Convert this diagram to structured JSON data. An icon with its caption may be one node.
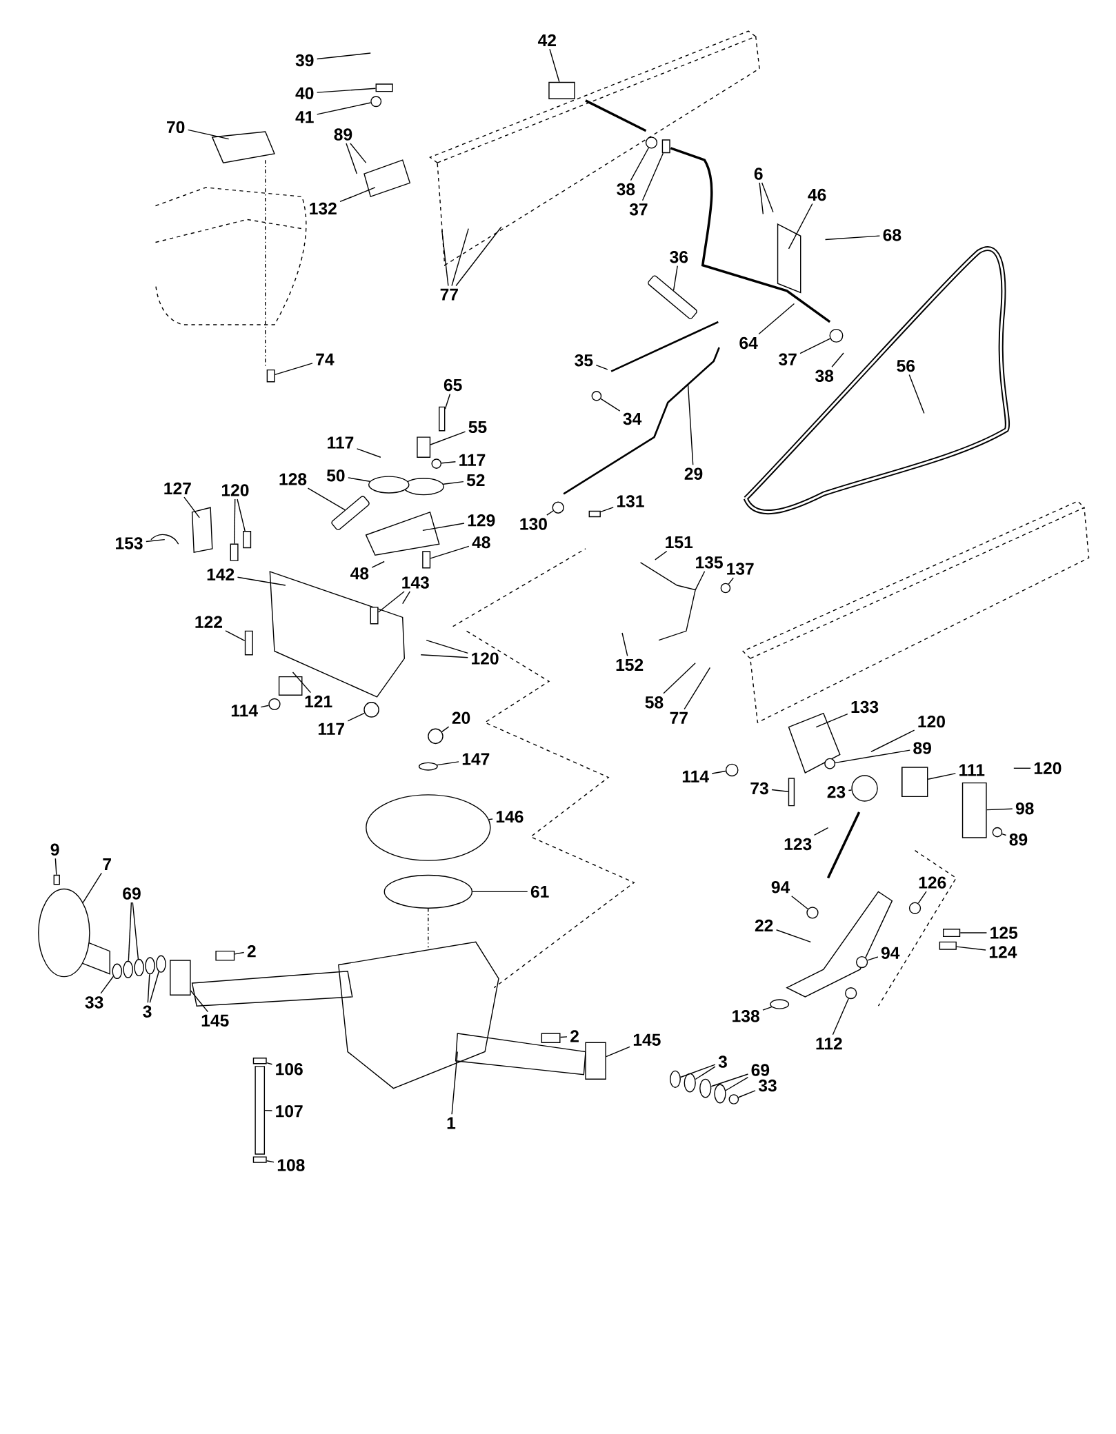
{
  "diagram": {
    "nodes": [
      {
        "text": [
          "39"
        ]
      },
      {
        "text": [
          "40"
        ]
      },
      {
        "text": [
          "41"
        ]
      },
      {
        "text": [
          "42"
        ]
      },
      {
        "text": [
          "70"
        ]
      },
      {
        "text": [
          "89"
        ]
      },
      {
        "text": [
          "132"
        ]
      },
      {
        "text": [
          "77"
        ]
      },
      {
        "text": [
          "38"
        ]
      },
      {
        "text": [
          "37"
        ]
      },
      {
        "text": [
          "6"
        ]
      },
      {
        "text": [
          "46"
        ]
      },
      {
        "text": [
          "68"
        ]
      },
      {
        "text": [
          "36"
        ]
      },
      {
        "text": [
          "64"
        ]
      },
      {
        "text": [
          "37"
        ]
      },
      {
        "text": [
          "38"
        ]
      },
      {
        "text": [
          "56"
        ]
      },
      {
        "text": [
          "74"
        ]
      },
      {
        "text": [
          "35"
        ]
      },
      {
        "text": [
          "34"
        ]
      },
      {
        "text": [
          "65"
        ]
      },
      {
        "text": [
          "55"
        ]
      },
      {
        "text": [
          "117"
        ]
      },
      {
        "text": [
          "117"
        ]
      },
      {
        "text": [
          "50"
        ]
      },
      {
        "text": [
          "52"
        ]
      },
      {
        "text": [
          "29"
        ]
      },
      {
        "text": [
          "127"
        ]
      },
      {
        "text": [
          "120"
        ]
      },
      {
        "text": [
          "128"
        ]
      },
      {
        "text": [
          "129"
        ]
      },
      {
        "text": [
          "130"
        ]
      },
      {
        "text": [
          "131"
        ]
      },
      {
        "text": [
          "153"
        ]
      },
      {
        "text": [
          "48"
        ]
      },
      {
        "text": [
          "48"
        ]
      },
      {
        "text": [
          "142"
        ]
      },
      {
        "text": [
          "143"
        ]
      },
      {
        "text": [
          "151"
        ]
      },
      {
        "text": [
          "135"
        ]
      },
      {
        "text": [
          "137"
        ]
      },
      {
        "text": [
          "122"
        ]
      },
      {
        "text": [
          "152"
        ]
      },
      {
        "text": [
          "120"
        ]
      },
      {
        "text": [
          "58"
        ]
      },
      {
        "text": [
          "77"
        ]
      },
      {
        "text": [
          "133"
        ]
      },
      {
        "text": [
          "121"
        ]
      },
      {
        "text": [
          "114"
        ]
      },
      {
        "text": [
          "117"
        ]
      },
      {
        "text": [
          "20"
        ]
      },
      {
        "text": [
          "147"
        ]
      },
      {
        "text": [
          "120"
        ]
      },
      {
        "text": [
          "89"
        ]
      },
      {
        "text": [
          "111"
        ]
      },
      {
        "text": [
          "120"
        ]
      },
      {
        "text": [
          "114"
        ]
      },
      {
        "text": [
          "73"
        ]
      },
      {
        "text": [
          "23"
        ]
      },
      {
        "text": [
          "98"
        ]
      },
      {
        "text": [
          "89"
        ]
      },
      {
        "text": [
          "123"
        ]
      },
      {
        "text": [
          "146"
        ]
      },
      {
        "text": [
          "9"
        ]
      },
      {
        "text": [
          "7"
        ]
      },
      {
        "text": [
          "61"
        ]
      },
      {
        "text": [
          "94"
        ]
      },
      {
        "text": [
          "126"
        ]
      },
      {
        "text": [
          "69"
        ]
      },
      {
        "text": [
          "22"
        ]
      },
      {
        "text": [
          "125"
        ]
      },
      {
        "text": [
          "124"
        ]
      },
      {
        "text": [
          "2"
        ]
      },
      {
        "text": [
          "94"
        ]
      },
      {
        "text": [
          "33"
        ]
      },
      {
        "text": [
          "3"
        ]
      },
      {
        "text": [
          "145"
        ]
      },
      {
        "text": [
          "138"
        ]
      },
      {
        "text": [
          "112"
        ]
      },
      {
        "text": [
          "2"
        ]
      },
      {
        "text": [
          "145"
        ]
      },
      {
        "text": [
          "3"
        ]
      },
      {
        "text": [
          "69"
        ]
      },
      {
        "text": [
          "33"
        ]
      },
      {
        "text": [
          "106"
        ]
      },
      {
        "text": [
          "107"
        ]
      },
      {
        "text": [
          "1"
        ]
      },
      {
        "text": [
          "108"
        ]
      },
      {
        "text": [],
        "shape": "circle"
      },
      {
        "text": [],
        "shape": "circle"
      },
      {
        "text": [],
        "shape": "box"
      },
      {
        "text": [],
        "shape": "ellipse"
      },
      {
        "text": [],
        "shape": "box"
      },
      {
        "text": [],
        "shape": "box"
      },
      {
        "text": [],
        "shape": "box"
      },
      {
        "text": [],
        "shape": "circle"
      },
      {
        "text": [],
        "shape": "circle"
      },
      {
        "text": [],
        "shape": "cylinder"
      },
      {
        "text": [],
        "shape": "circle"
      },
      {
        "text": [],
        "shape": "ellipse"
      },
      {
        "text": [],
        "shape": "ellipse"
      },
      {
        "text": [],
        "shape": "box"
      },
      {
        "text": [],
        "shape": "box"
      },
      {
        "text": [],
        "shape": "ellipse"
      },
      {
        "text": [],
        "shape": "ellipse"
      },
      {
        "text": [],
        "shape": "ellipse"
      },
      {
        "text": [],
        "shape": "ellipse"
      },
      {
        "text": [],
        "shape": "circle"
      },
      {
        "text": [],
        "shape": "box"
      },
      {
        "text": [],
        "shape": "box"
      },
      {
        "text": [],
        "shape": "circle"
      },
      {
        "text": [],
        "shape": "box"
      },
      {
        "text": [],
        "shape": "circle"
      },
      {
        "text": [],
        "shape": "box"
      },
      {
        "text": [],
        "shape": "circle"
      },
      {
        "text": [],
        "shape": "box"
      },
      {
        "text": [],
        "shape": "spring"
      },
      {
        "text": [],
        "shape": "circle"
      },
      {
        "text": [],
        "shape": "box"
      },
      {
        "text": [],
        "shape": "box"
      },
      {
        "text": [],
        "shape": "circle"
      },
      {
        "text": [],
        "shape": "circle"
      },
      {
        "text": [],
        "shape": "circle"
      },
      {
        "text": [],
        "shape": "ellipse"
      },
      {
        "text": [],
        "shape": "box"
      },
      {
        "text": [],
        "shape": "circle"
      },
      {
        "text": [],
        "shape": "box"
      },
      {
        "text": [],
        "shape": "circle"
      },
      {
        "text": [],
        "shape": "circle"
      },
      {
        "text": [],
        "shape": "box"
      },
      {
        "text": [],
        "shape": "box"
      },
      {
        "text": [],
        "shape": "circle"
      },
      {
        "text": [],
        "shape": "ellipse"
      },
      {
        "text": [],
        "shape": "ellipse"
      },
      {
        "text": [],
        "shape": "ellipse"
      },
      {
        "text": [],
        "shape": "ellipse"
      },
      {
        "text": [],
        "shape": "circle"
      },
      {
        "text": [],
        "shape": "box"
      },
      {
        "text": [],
        "shape": "spring"
      },
      {
        "text": [],
        "shape": "ellipse"
      },
      {
        "text": [],
        "shape": "ellipse"
      },
      {
        "text": [],
        "shape": "ellipse"
      },
      {
        "text": [],
        "shape": "ellipse"
      },
      {
        "text": [],
        "shape": "box"
      },
      {
        "text": [],
        "shape": "box"
      },
      {
        "text": [],
        "shape": "box"
      },
      {
        "text": [],
        "shape": "box"
      },
      {
        "text": [],
        "shape": "circle"
      },
      {
        "text": [],
        "shape": "box"
      },
      {
        "text": [],
        "shape": "box"
      }
    ],
    "edges": [
      {
        "from": 0,
        "to": null,
        "arrow": "none"
      },
      {
        "from": 1,
        "to": 109,
        "arrow": "none"
      },
      {
        "from": 2,
        "to": 89,
        "arrow": "none"
      },
      {
        "from": 3,
        "to": 110,
        "arrow": "none"
      },
      {
        "from": 4,
        "to": null,
        "arrow": "none"
      },
      {
        "from": 5,
        "to": null,
        "arrow": "none"
      },
      {
        "from": 5,
        "to": null,
        "arrow": "none"
      },
      {
        "from": 6,
        "to": null,
        "arrow": "none"
      },
      {
        "from": 7,
        "to": null,
        "arrow": "none"
      },
      {
        "from": 7,
        "to": null,
        "arrow": "none"
      },
      {
        "from": 7,
        "to": null,
        "arrow": "none"
      },
      {
        "from": 8,
        "to": 111,
        "arrow": "none"
      },
      {
        "from": 9,
        "to": 149,
        "arrow": "none"
      },
      {
        "from": 10,
        "to": null,
        "arrow": "none"
      },
      {
        "from": 10,
        "to": null,
        "arrow": "none"
      },
      {
        "from": 11,
        "to": null,
        "arrow": "none"
      },
      {
        "from": 12,
        "to": null,
        "arrow": "none"
      },
      {
        "from": 13,
        "to": 139,
        "arrow": "none"
      },
      {
        "from": 14,
        "to": null,
        "arrow": "none"
      },
      {
        "from": 15,
        "to": 90,
        "arrow": "none"
      },
      {
        "from": 16,
        "to": null,
        "arrow": "none"
      },
      {
        "from": 17,
        "to": null,
        "arrow": "none"
      },
      {
        "from": 18,
        "to": 112,
        "arrow": "none"
      },
      {
        "from": 19,
        "to": null,
        "arrow": "none"
      },
      {
        "from": 20,
        "to": 113,
        "arrow": "none"
      },
      {
        "from": 21,
        "to": 114,
        "arrow": "none"
      },
      {
        "from": 22,
        "to": 91,
        "arrow": "none"
      },
      {
        "from": 23,
        "to": null,
        "arrow": "none"
      },
      {
        "from": 24,
        "to": 115,
        "arrow": "none"
      },
      {
        "from": 25,
        "to": 140,
        "arrow": "none"
      },
      {
        "from": 26,
        "to": 92,
        "arrow": "none"
      },
      {
        "from": 27,
        "to": null,
        "arrow": "none"
      },
      {
        "from": 28,
        "to": null,
        "arrow": "none"
      },
      {
        "from": 29,
        "to": 116,
        "arrow": "none"
      },
      {
        "from": 29,
        "to": 93,
        "arrow": "none"
      },
      {
        "from": 30,
        "to": 117,
        "arrow": "none"
      },
      {
        "from": 31,
        "to": null,
        "arrow": "none"
      },
      {
        "from": 32,
        "to": 118,
        "arrow": "none"
      },
      {
        "from": 33,
        "to": 119,
        "arrow": "none"
      },
      {
        "from": 34,
        "to": null,
        "arrow": "none"
      },
      {
        "from": 35,
        "to": 94,
        "arrow": "none"
      },
      {
        "from": 36,
        "to": null,
        "arrow": "none"
      },
      {
        "from": 37,
        "to": null,
        "arrow": "none"
      },
      {
        "from": 38,
        "to": 95,
        "arrow": "none"
      },
      {
        "from": 38,
        "to": null,
        "arrow": "none"
      },
      {
        "from": 39,
        "to": null,
        "arrow": "none"
      },
      {
        "from": 40,
        "to": null,
        "arrow": "none"
      },
      {
        "from": 41,
        "to": 96,
        "arrow": "none"
      },
      {
        "from": 42,
        "to": 120,
        "arrow": "none"
      },
      {
        "from": 43,
        "to": null,
        "arrow": "none"
      },
      {
        "from": 44,
        "to": null,
        "arrow": "none"
      },
      {
        "from": 44,
        "to": null,
        "arrow": "none"
      },
      {
        "from": 45,
        "to": null,
        "arrow": "none"
      },
      {
        "from": 46,
        "to": null,
        "arrow": "none"
      },
      {
        "from": 47,
        "to": null,
        "arrow": "none"
      },
      {
        "from": 48,
        "to": null,
        "arrow": "none"
      },
      {
        "from": 49,
        "to": 121,
        "arrow": "none"
      },
      {
        "from": 50,
        "to": 122,
        "arrow": "none"
      },
      {
        "from": 51,
        "to": 123,
        "arrow": "none"
      },
      {
        "from": 52,
        "to": 124,
        "arrow": "none"
      },
      {
        "from": 53,
        "to": null,
        "arrow": "none"
      },
      {
        "from": 54,
        "to": 97,
        "arrow": "none"
      },
      {
        "from": 55,
        "to": 98,
        "arrow": "none"
      },
      {
        "from": 56,
        "to": null,
        "arrow": "none"
      },
      {
        "from": 57,
        "to": 99,
        "arrow": "none"
      },
      {
        "from": 58,
        "to": 125,
        "arrow": "none"
      },
      {
        "from": 59,
        "to": 126,
        "arrow": "none"
      },
      {
        "from": 60,
        "to": 150,
        "arrow": "none"
      },
      {
        "from": 61,
        "to": 148,
        "arrow": "none"
      },
      {
        "from": 62,
        "to": null,
        "arrow": "none"
      },
      {
        "from": 63,
        "to": 141,
        "arrow": "none"
      },
      {
        "from": 64,
        "to": 127,
        "arrow": "none"
      },
      {
        "from": 65,
        "to": 143,
        "arrow": "none"
      },
      {
        "from": 66,
        "to": 142,
        "arrow": "none"
      },
      {
        "from": 67,
        "to": 128,
        "arrow": "none"
      },
      {
        "from": 68,
        "to": 129,
        "arrow": "none"
      },
      {
        "from": 69,
        "to": 100,
        "arrow": "none"
      },
      {
        "from": 69,
        "to": 101,
        "arrow": "none"
      },
      {
        "from": 70,
        "to": null,
        "arrow": "none"
      },
      {
        "from": 71,
        "to": 130,
        "arrow": "none"
      },
      {
        "from": 72,
        "to": 102,
        "arrow": "none"
      },
      {
        "from": 73,
        "to": 131,
        "arrow": "none"
      },
      {
        "from": 74,
        "to": 132,
        "arrow": "none"
      },
      {
        "from": 75,
        "to": 133,
        "arrow": "none"
      },
      {
        "from": 76,
        "to": 134,
        "arrow": "none"
      },
      {
        "from": 76,
        "to": 135,
        "arrow": "none"
      },
      {
        "from": 77,
        "to": 144,
        "arrow": "none"
      },
      {
        "from": 78,
        "to": 136,
        "arrow": "none"
      },
      {
        "from": 79,
        "to": 137,
        "arrow": "none"
      },
      {
        "from": 80,
        "to": 138,
        "arrow": "none"
      },
      {
        "from": 81,
        "to": 103,
        "arrow": "none"
      },
      {
        "from": 82,
        "to": 104,
        "arrow": "none"
      },
      {
        "from": 82,
        "to": 105,
        "arrow": "none"
      },
      {
        "from": 83,
        "to": 106,
        "arrow": "none"
      },
      {
        "from": 83,
        "to": 107,
        "arrow": "none"
      },
      {
        "from": 84,
        "to": 108,
        "arrow": "none"
      },
      {
        "from": 85,
        "to": 145,
        "arrow": "none"
      },
      {
        "from": 86,
        "to": 146,
        "arrow": "none"
      },
      {
        "from": 87,
        "to": null,
        "arrow": "none"
      },
      {
        "from": 88,
        "to": 147,
        "arrow": "none"
      }
    ]
  }
}
